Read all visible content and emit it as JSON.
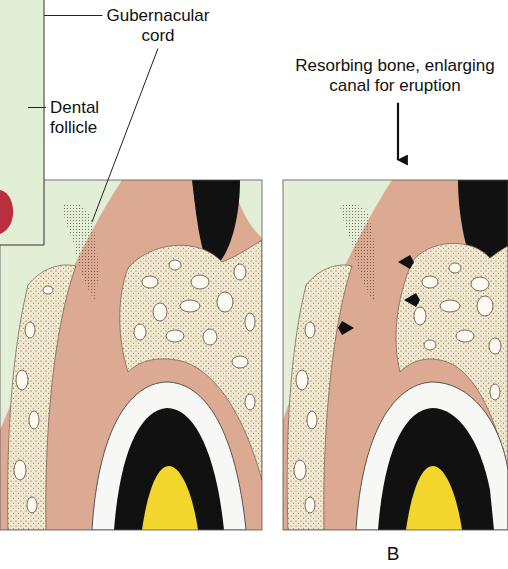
{
  "diagram": {
    "labels": [
      "Gubernacular cord",
      "Dental follicle",
      "Resorbing bone, enlarging canal for eruption",
      "B"
    ]
  }
}
